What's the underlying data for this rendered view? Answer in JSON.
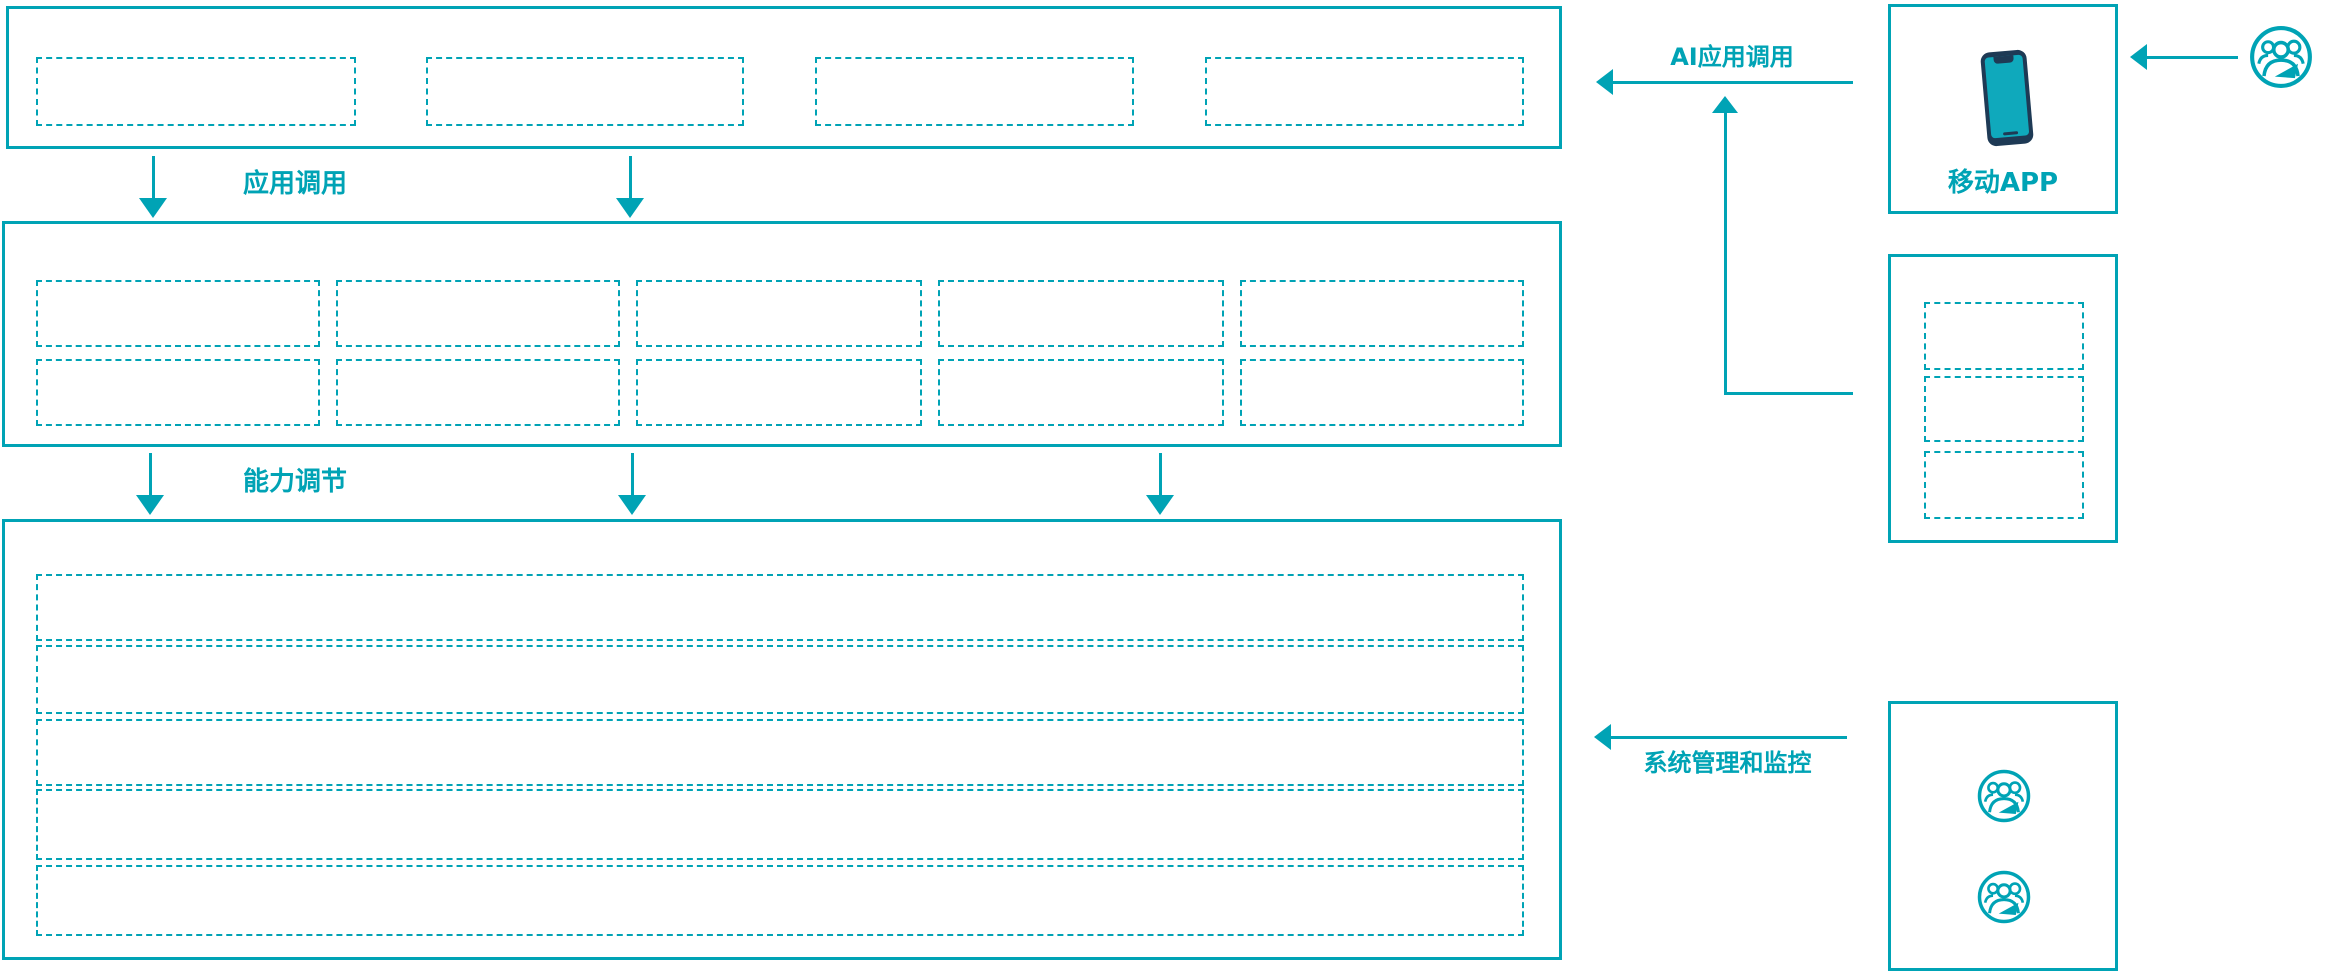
{
  "diagram": {
    "accent_color": "#00A3B5",
    "phone_body_color": "#1E3A55",
    "phone_screen_color": "#0FA9BC",
    "edge_labels": {
      "app_call": "应用调用",
      "capability_adjust": "能力调节",
      "ai_app_call": "AI应用调用",
      "system_monitor": "系统管理和监控"
    },
    "mobile_app": {
      "label": "移动APP"
    },
    "layers": {
      "top_placeholders": 4,
      "middle_placeholder_rows": 2,
      "middle_placeholder_cols": 5,
      "bottom_placeholder_rows": 5,
      "right_panel_placeholders": 3,
      "admin_user_icons": 2,
      "external_user_icons": 1
    }
  }
}
